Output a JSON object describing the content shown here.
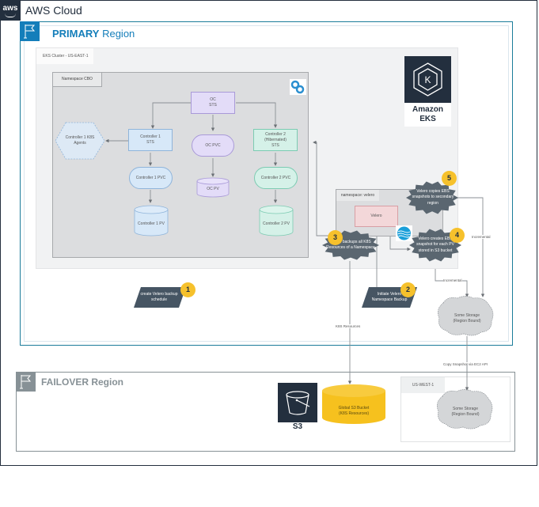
{
  "aws_cloud": {
    "logo_text": "aws",
    "title": "AWS Cloud"
  },
  "primary_region": {
    "title_bold": "PRIMARY",
    "title_rest": " Region",
    "icon": "flag-icon"
  },
  "eks_cluster": {
    "label": "EKS Cluster - US-EAST-1"
  },
  "amazon_eks": {
    "line1": "Amazon",
    "line2": "EKS",
    "icon": "kubernetes-icon"
  },
  "namespace_cbo": {
    "label": "Namespace CBO",
    "nodes": {
      "oc_sts": "OC\nSTS",
      "controller1_sts": "Controller 1\nSTS",
      "controller1_k8s_agents": "Controller 1 K8S\nAgents",
      "oc_pvc": "OC PVC",
      "controller2_sts": "Controller 2\n(Hibernated)\nSTS",
      "controller1_pvc": "Controller 1 PVC",
      "oc_pv": "OC PV",
      "controller2_pvc": "Controller 2 PVC",
      "controller1_pv": "Controller 1 PV",
      "controller2_pv": "Controller 2 PV"
    }
  },
  "namespace_velero": {
    "label": "namespace: velero",
    "velero": "Velero"
  },
  "steps": [
    {
      "number": "1",
      "text": "create Velero backup\nschedule"
    },
    {
      "number": "2",
      "text": "Initiate Velero\nNamespace Backup"
    },
    {
      "number": "3",
      "text": "Velero backups all K8S\nResources of a Namespace"
    },
    {
      "number": "4",
      "text": "Velero creates EBS\nsnapshot for each PV\nstored in S3 bucket"
    },
    {
      "number": "5",
      "text": "Velero copies EBS\nsnapshots to secondary\nregion"
    }
  ],
  "storage_primary": "Some Storage\n(Region Bound)",
  "edge_labels": {
    "incremental_1": "Incremental",
    "incremental_2": "Incremental",
    "k8s_resources": "K8S Resources",
    "copy_snapshot": "Copy Snapshot via EC2 API"
  },
  "failover_region": {
    "title": "FAILOVER Region",
    "icon": "flag-icon"
  },
  "s3": {
    "label": "S3",
    "icon": "s3-bucket-icon"
  },
  "global_bucket": "Global S3 Bucket\n(K8S Resources)",
  "us_west": {
    "label": "US-WEST-1",
    "storage": "Some Storage\n(Region Bound)"
  },
  "colors": {
    "primary_blue": "#147eba",
    "aws_dark": "#232f3e",
    "badge_yellow": "#f6c12c",
    "step_gray": "#5a6670",
    "failover_gray": "#879196"
  }
}
